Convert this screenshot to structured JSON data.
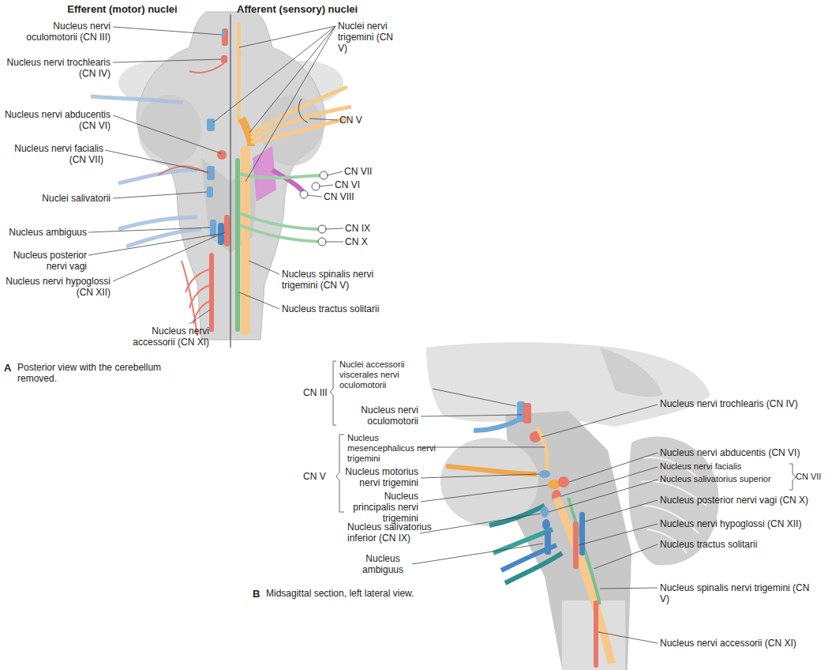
{
  "diagram": {
    "labels": [
      "Efferent (motor) nuclei",
      "Afferent (sensory) nuclei",
      "Nucleus nervi oculomotorii (CN III)",
      "Nucleus nervi trochlearis (CN IV)",
      "Nucleus nervi abducentis (CN VI)",
      "Nucleus nervi facialis (CN VII)",
      "Nuclei salivatorii",
      "Nucleus ambiguus",
      "Nucleus posterior nervi vagi",
      "Nucleus nervi hypoglossi (CN XII)",
      "Nucleus nervi accessorii (CN XI)",
      "Nuclei nervi trigemini (CN V)",
      "CN V",
      "CN VII",
      "CN VI",
      "CN VIII",
      "CN IX",
      "CN X",
      "Nucleus spinalis nervi trigemini (CN V)",
      "Nucleus tractus solitarii",
      "A",
      "Posterior view with the cerebellum removed.",
      "Nuclei accessorii viscerales nervi oculomotorii",
      "Nucleus nervi oculomotorii",
      "CN III",
      "Nucleus mesencephalicus nervi trigemini",
      "Nucleus motorius nervi trigemini",
      "Nucleus principalis nervi trigemini",
      "CN V",
      "Nucleus salivatorius inferior (CN IX)",
      "Nucleus ambiguus",
      "Nucleus nervi trochlearis (CN IV)",
      "Nucleus nervi abducentis (CN VI)",
      "Nucleus nervi facialis",
      "Nucleus salivatorius superior",
      "CN VII",
      "Nucleus posterior nervi vagi (CN X)",
      "Nucleus nervi hypoglossi (CN XII)",
      "Nucleus tractus solitarii",
      "Nucleus spinalis nervi trigemini (CN V)",
      "Nucleus nervi accessorii (CN XI)",
      "B",
      "Midsagittal section, left lateral view."
    ]
  }
}
